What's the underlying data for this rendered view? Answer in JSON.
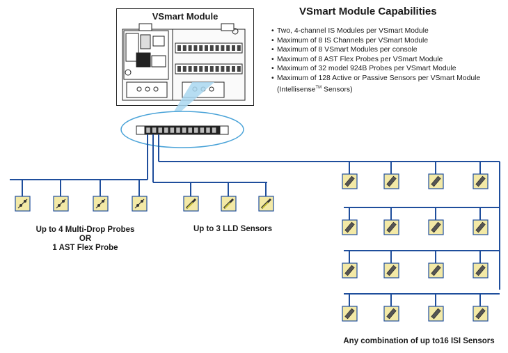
{
  "module": {
    "title": "VSmart Module"
  },
  "capabilities": {
    "title": "VSmart Module Capabilities",
    "items": [
      "Two, 4-channel IS Modules per VSmart Module",
      "Maximum of 8 IS Channels per VSmart Module",
      "Maximum of 8 VSmart Modules per console",
      "Maximum of 8 AST Flex Probes per VSmart Module",
      "Maximum of 32 model 924B Probes per VSmart Module",
      "Maximum of 128 Active or Passive Sensors per VSmart Module"
    ],
    "last_item_line2": "(Intellisense",
    "trademark": "TM",
    "last_item_line2_end": " Sensors)"
  },
  "captions": {
    "multidrop_line1": "Up to 4 Multi-Drop Probes",
    "multidrop_line2": "OR",
    "multidrop_line3": "1 AST Flex Probe",
    "lld": "Up to 3 LLD Sensors",
    "isi": "Any combination of up to16 ISI Sensors"
  },
  "counts": {
    "multidrop_probes": 4,
    "lld_sensors": 3,
    "isi_sensors": 16
  },
  "colors": {
    "line": "#1f4e9c",
    "ellipse": "#4aa3d8",
    "sensor_fill": "#f3e9a6",
    "sensor_border": "#1f4e9c",
    "lld_accent": "#c8c23a"
  },
  "icons": {
    "multidrop": "probe-icon",
    "lld": "lld-sensor-icon",
    "isi": "isi-sensor-icon"
  }
}
